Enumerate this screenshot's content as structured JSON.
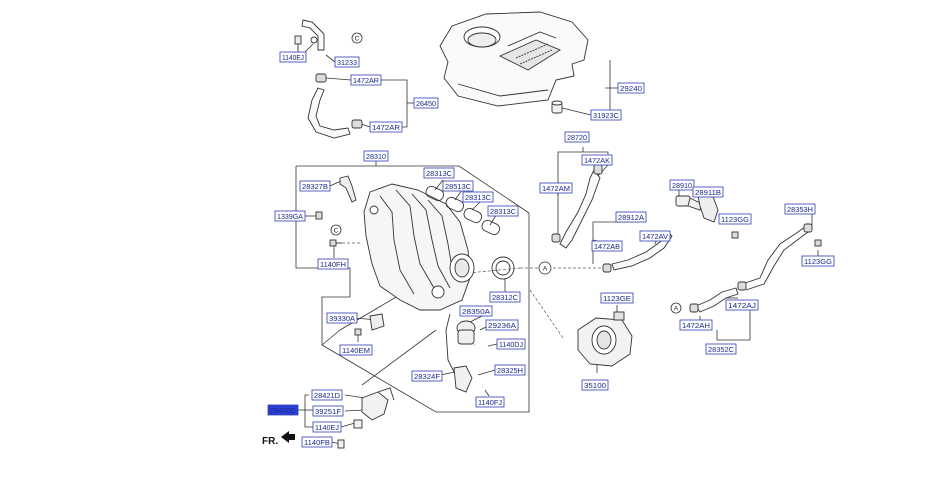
{
  "colors": {
    "label_border": "#2d3db5",
    "label_text": "#1a2a8a",
    "label_bg": "#ffffff",
    "highlight_bg": "#2b3fd6",
    "highlight_text": "#ffffff",
    "line": "#333333"
  },
  "orientation": "FR.",
  "circle_marks": {
    "c_top": "C",
    "c_mid": "C",
    "a_mid": "A",
    "a_right": "A"
  },
  "labels": {
    "p1140ej_top": "1140EJ",
    "p31233": "31233",
    "p1472ar_1": "1472AR",
    "p26450": "26450",
    "p1472ar_2": "1472AR",
    "p29240": "29240",
    "p31923c": "31923C",
    "p28310": "28310",
    "p28327b": "28327B",
    "p28313c_1": "28313C",
    "p28513c": "28513C",
    "p28313c_2": "28313C",
    "p28313c_3": "28313C",
    "p1339ga": "1339GA",
    "p1140fh": "1140FH",
    "p28312c": "28312C",
    "p28350a": "28350A",
    "p39330a": "39330A",
    "p1140em": "1140EM",
    "p29236a": "29236A",
    "p1140dj": "1140DJ",
    "p28324f": "28324F",
    "p28325h": "28325H",
    "p1140fj": "1140FJ",
    "p28421d": "28421D",
    "p28420c": "28420C",
    "p39251f": "39251F",
    "p1140ej_bot": "1140EJ",
    "p1140fb": "1140FB",
    "p28720": "28720",
    "p1472ak": "1472AK",
    "p1472am": "1472AM",
    "p28912a": "28912A",
    "p1472ab": "1472AB",
    "p1472av": "1472AV",
    "p28910": "28910",
    "p28911b": "28911B",
    "p1123gg_1": "1123GG",
    "p28353h": "28353H",
    "p1123gg_2": "1123GG",
    "p1123ge": "1123GE",
    "p35100": "35100",
    "p1472ah": "1472AH",
    "p1472aj": "1472AJ",
    "p28352c": "28352C"
  }
}
